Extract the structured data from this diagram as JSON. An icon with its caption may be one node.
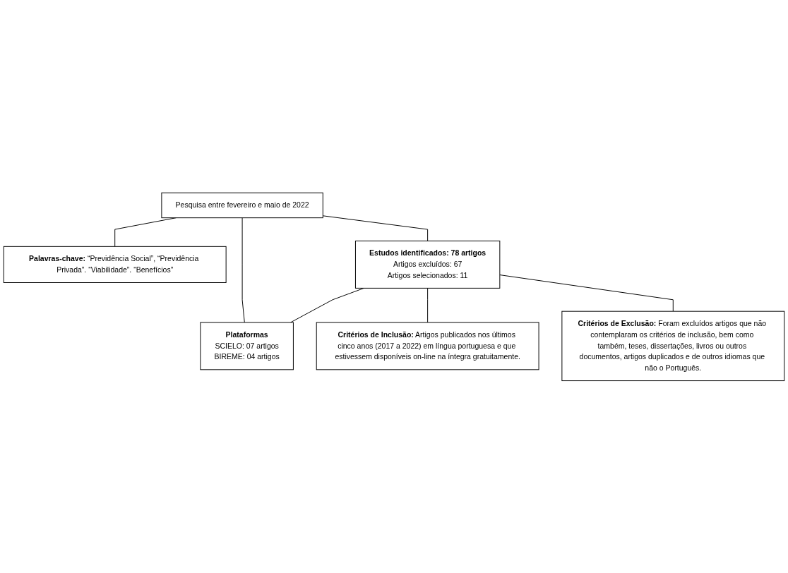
{
  "diagram": {
    "nodes": [
      {
        "text": [
          "Pesquisa entre fevereiro e maio de 2022"
        ]
      },
      {
        "text": [
          "**Palavras-chave:** “Previdência Social”, “Previdência Privada”. “Viabilidade”. “Benefícios”"
        ]
      },
      {
        "text": [
          "Estudos identificados: 78 artigos",
          "Artigos excluídos: 67",
          "Artigos selecionados: 11"
        ]
      },
      {
        "text": [
          "Plataformas",
          "SCIELO: 07 artigos",
          "BIREME: 04 artigos"
        ]
      },
      {
        "text": [
          "**Critérios de Inclusão:** Artigos publicados nos últimos cinco anos (2017 a 2022) em língua portuguesa e que estivessem disponíveis on-line na íntegra gratuitamente."
        ]
      },
      {
        "text": [
          "**Critérios de Exclusão:** Foram excluídos artigos que não contemplaram os critérios de inclusão, bem como também, teses, dissertações, livros ou outros documentos, artigos duplicados e de outros idiomas que não o Português."
        ]
      }
    ],
    "edges": [
      {
        "from": 0,
        "to": 1,
        "arrow": "none"
      },
      {
        "from": 0,
        "to": 2,
        "arrow": "none"
      },
      {
        "from": 0,
        "to": 3,
        "arrow": "none"
      },
      {
        "from": 2,
        "to": 3,
        "arrow": "none"
      },
      {
        "from": 2,
        "to": 4,
        "arrow": "none"
      },
      {
        "from": 2,
        "to": 5,
        "arrow": "none"
      }
    ]
  }
}
